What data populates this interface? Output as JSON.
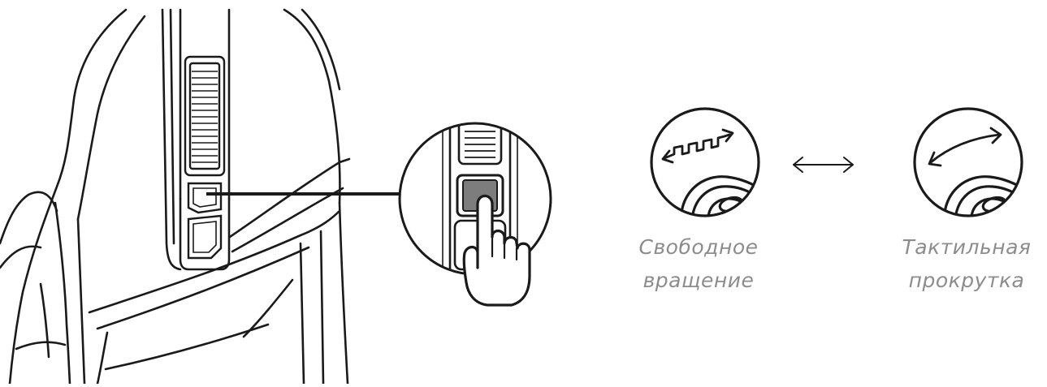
{
  "modes": {
    "free_spin": {
      "line1": "Свободное",
      "line2": "вращение",
      "icon": "free-spin-wheel-icon"
    },
    "tactile": {
      "line1": "Тактильная",
      "line2": "прокрутка",
      "icon": "tactile-scroll-wheel-icon"
    },
    "toggle_icon": "double-arrow-icon"
  },
  "colors": {
    "line": "#1a1a1a",
    "caption": "#8c8c8c",
    "button_fill": "#7d7d7d"
  }
}
